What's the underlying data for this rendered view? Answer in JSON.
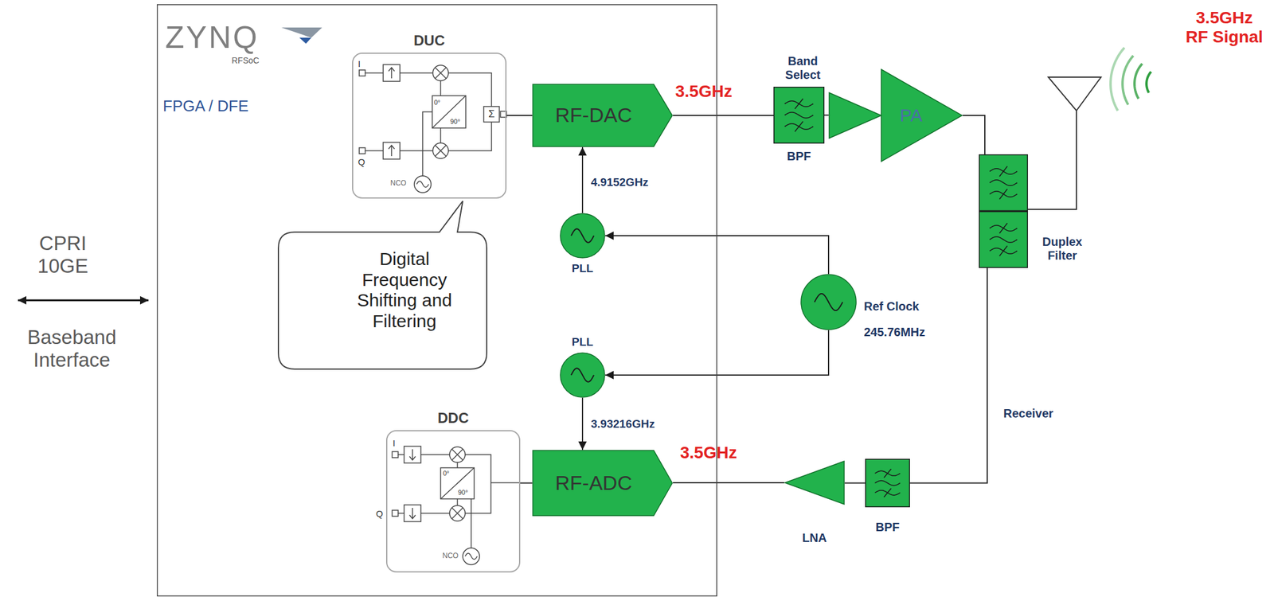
{
  "diagram": {
    "nodes": [
      {
        "text": [
          "ZYNQ",
          "RFSoC",
          "FPGA / DFE"
        ]
      },
      {
        "text": [
          "DUC"
        ],
        "in": 0
      },
      {
        "text": [
          "RF-DAC"
        ],
        "in": 0
      },
      {
        "text": [
          "PLL"
        ],
        "in": 0
      },
      {
        "text": [
          "Digital Frequency Shifting and Filtering"
        ],
        "in": 0
      },
      {
        "text": [
          "PLL"
        ],
        "in": 0
      },
      {
        "text": [
          "DDC"
        ],
        "in": 0
      },
      {
        "text": [
          "RF-ADC"
        ],
        "in": 0
      },
      {
        "text": [
          "Band Select",
          "BPF"
        ]
      },
      {
        "text": [
          "PA"
        ]
      },
      {
        "text": [
          "Duplex Filter"
        ]
      },
      {
        "text": [
          "Ref Clock",
          "245.76MHz"
        ]
      },
      {
        "text": [
          "BPF"
        ]
      },
      {
        "text": [
          "LNA"
        ]
      }
    ],
    "edges": [
      {
        "from": 1,
        "to": 2,
        "arrow": "none"
      },
      {
        "from": 2,
        "to": 8,
        "arrow": "none",
        "label": "3.5GHz"
      },
      {
        "from": 8,
        "to": 9,
        "arrow": "none"
      },
      {
        "from": 9,
        "to": 10,
        "arrow": "none"
      },
      {
        "from": 11,
        "to": 3,
        "arrow": "to"
      },
      {
        "from": 3,
        "to": 2,
        "arrow": "to",
        "label": "4.9152GHz"
      },
      {
        "from": 11,
        "to": 5,
        "arrow": "to"
      },
      {
        "from": 5,
        "to": 7,
        "arrow": "to",
        "label": "3.93216GHz"
      },
      {
        "from": 10,
        "to": 12,
        "arrow": "none"
      },
      {
        "from": 12,
        "to": 13,
        "arrow": "none"
      },
      {
        "from": 13,
        "to": 7,
        "arrow": "none",
        "label": "3.5GHz"
      },
      {
        "from": 7,
        "to": 6,
        "arrow": "none"
      }
    ],
    "labels": [
      "CPRI 10GE",
      "Baseband Interface",
      "I",
      "Q",
      "0°",
      "90°",
      "Σ",
      "NCO",
      "I",
      "Q",
      "0°",
      "90°",
      "NCO",
      "Receiver",
      "3.5GHz RF Signal"
    ]
  }
}
